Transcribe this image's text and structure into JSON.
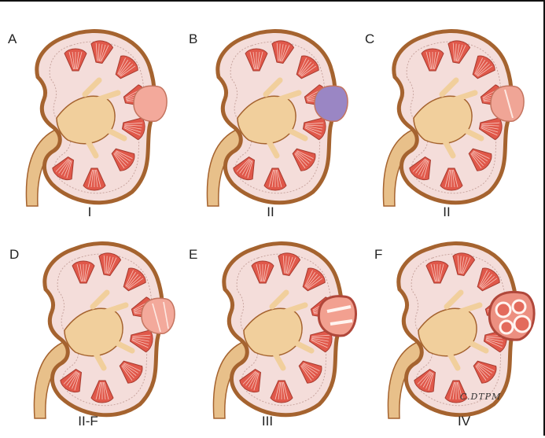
{
  "figure": {
    "panels": [
      {
        "letter": "A",
        "category": "I",
        "cyst_color": "#f3a99b",
        "cyst_style": "simple"
      },
      {
        "letter": "B",
        "category": "II",
        "cyst_color": "#9a86c4",
        "cyst_style": "hyperdense"
      },
      {
        "letter": "C",
        "category": "II",
        "cyst_color": "#f0a596",
        "cyst_style": "septated"
      },
      {
        "letter": "D",
        "category": "II-F",
        "cyst_color": "#f3a99b",
        "cyst_style": "multi-septated"
      },
      {
        "letter": "E",
        "category": "III",
        "cyst_color": "#f2a090",
        "cyst_style": "thick-walled"
      },
      {
        "letter": "F",
        "category": "IV",
        "cyst_color": "#ec8f80",
        "cyst_style": "solid-enhancing"
      }
    ],
    "signature": "C.DTPM",
    "colors": {
      "capsule": "#a5632f",
      "cortex": "#f4ddda",
      "medulla_pyramid": "#e0584a",
      "pelvis": "#f1cf9c",
      "ureter": "#e8c08a"
    }
  }
}
